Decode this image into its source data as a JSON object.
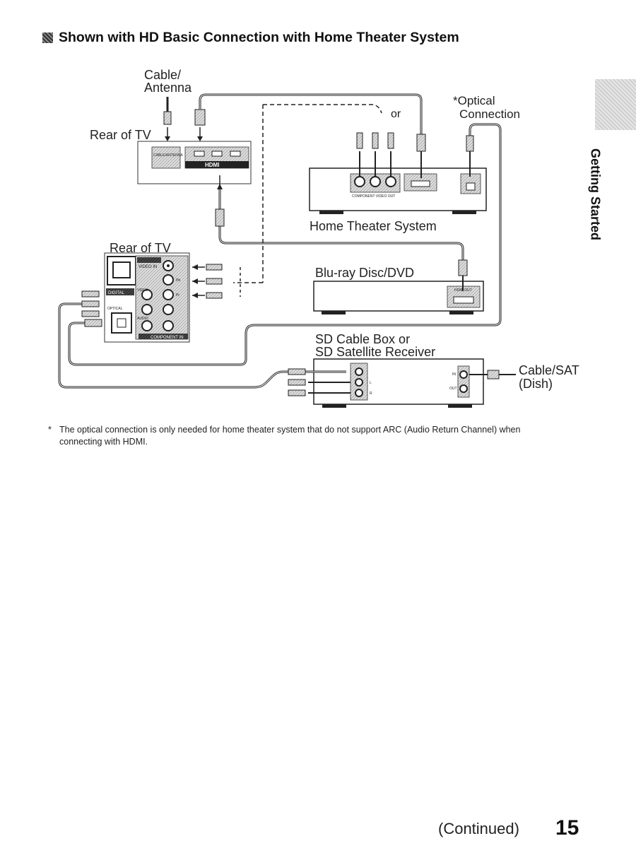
{
  "heading": "Shown with HD Basic Connection with Home Theater System",
  "side_tab_label": "Getting Started",
  "diagram": {
    "cable_antenna_1": "Cable/",
    "cable_antenna_2": "Antenna",
    "rear_of_tv_top": "Rear of TV",
    "rear_of_tv_left": "Rear of TV",
    "or_label": "or",
    "optical_1": "*Optical",
    "optical_2": "Connection",
    "home_theater": "Home Theater System",
    "bluray": "Blu-ray Disc/DVD",
    "sd_box_1": "SD Cable Box or",
    "sd_box_2": "SD Satellite Receiver",
    "cable_sat_1": "Cable/SAT",
    "cable_sat_2": "(Dish)",
    "hdmi_logo": "HDMI",
    "port_cable_antenna": "CABLE/ANTENNA",
    "port_component_video_out": "COMPONENT VIDEO OUT",
    "port_hdmi_out": "HDMI OUT",
    "port_video_in": "VIDEO IN",
    "port_video": "VIDEO",
    "port_digital": "DIGITAL",
    "port_optical": "OPTICAL",
    "port_audio": "AUDIO",
    "port_component_in": "COMPONENT IN",
    "port_pb": "Pb",
    "port_pr": "Pr",
    "port_l": "L",
    "port_r": "R",
    "port_in": "IN",
    "port_out": "OUT"
  },
  "footnote_star": "*",
  "footnote": "The optical connection is only needed for home theater system that do not support ARC (Audio Return Channel) when connecting with HDMI.",
  "continued": "(Continued)",
  "page_number": "15"
}
